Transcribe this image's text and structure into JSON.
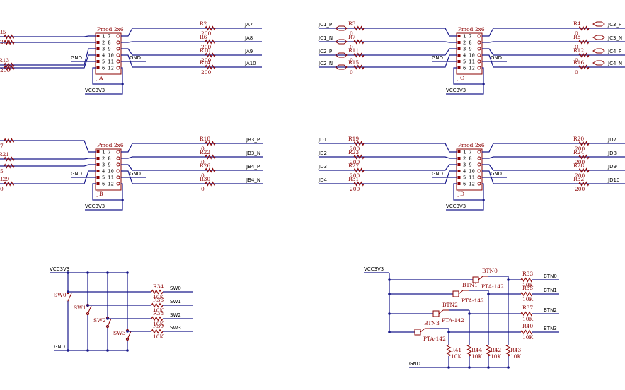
{
  "pmod": {
    "header_label": "Pmod 2x6",
    "pin_rows": [
      "1  7",
      "2  8",
      "3  9",
      "4 10",
      "5 11",
      "6 12"
    ],
    "gnd": "GND",
    "vcc": "VCC3V3"
  },
  "ja": {
    "name": "JA",
    "left_res": [
      "R5",
      "",
      "R13",
      ""
    ],
    "left_val": [
      "200",
      "",
      "200",
      ""
    ],
    "right_res": [
      "R2",
      "R6",
      "R10",
      "R14"
    ],
    "right_val": [
      "200",
      "200",
      "200",
      "200"
    ],
    "nets": [
      "JA7",
      "JA8",
      "JA9",
      "JA10"
    ]
  },
  "jb": {
    "name": "JB",
    "left_res": [
      "",
      "R21",
      "",
      "R29"
    ],
    "left_val": [
      "7",
      "",
      "5",
      "0"
    ],
    "right_res": [
      "R18",
      "R22",
      "R26",
      "R30"
    ],
    "right_val": [
      "0",
      "0",
      "0",
      "0"
    ],
    "nets": [
      "JB3_P",
      "JB3_N",
      "JB4_P",
      "JB4_N"
    ]
  },
  "jc": {
    "name": "JC",
    "left_nets": [
      "JC1_P",
      "JC1_N",
      "JC2_P",
      "JC2_N"
    ],
    "left_res": [
      "R3",
      "R7",
      "R11",
      "R15"
    ],
    "left_val": [
      "0",
      "0",
      "0",
      "0"
    ],
    "right_res": [
      "R4",
      "R8",
      "R12",
      "R16"
    ],
    "right_val": [
      "0",
      "0",
      "0",
      "0"
    ],
    "nets": [
      "JC3_P",
      "JC3_N",
      "JC4_P",
      "JC4_N"
    ]
  },
  "jd": {
    "name": "JD",
    "left_nets": [
      "JD1",
      "JD2",
      "JD3",
      "JD4"
    ],
    "left_res": [
      "R19",
      "R23",
      "R27",
      "R31"
    ],
    "left_val": [
      "200",
      "200",
      "200",
      "200"
    ],
    "right_res": [
      "R20",
      "R24",
      "R28",
      "R32"
    ],
    "right_val": [
      "200",
      "200",
      "200",
      "200"
    ],
    "nets": [
      "JD7",
      "JD8",
      "JD9",
      "JD10"
    ]
  },
  "switches": {
    "vcc": "VCC3V3",
    "gnd": "GND",
    "names": [
      "SW0",
      "SW1",
      "SW2",
      "SW3"
    ],
    "res": [
      "R34",
      "R36",
      "R38",
      "R39"
    ],
    "vals": [
      "10K",
      "10K",
      "10K",
      "10K"
    ],
    "nets": [
      "SW0",
      "SW1",
      "SW2",
      "SW3"
    ]
  },
  "buttons": {
    "vcc": "VCC3V3",
    "gnd": "GND",
    "names": [
      "BTN0",
      "BTN1",
      "BTN2",
      "BTN3"
    ],
    "part": "PTA-142",
    "series_res": [
      "R33",
      "R35",
      "R37",
      "R40"
    ],
    "series_val": [
      "10K",
      "10K",
      "10K",
      "10K"
    ],
    "nets": [
      "BTN0",
      "BTN1",
      "BTN2",
      "BTN3"
    ],
    "pulldown_res": [
      "R41",
      "R44",
      "R42",
      "R43"
    ],
    "pulldown_val": [
      "10K",
      "10K",
      "10K",
      "10K"
    ]
  }
}
